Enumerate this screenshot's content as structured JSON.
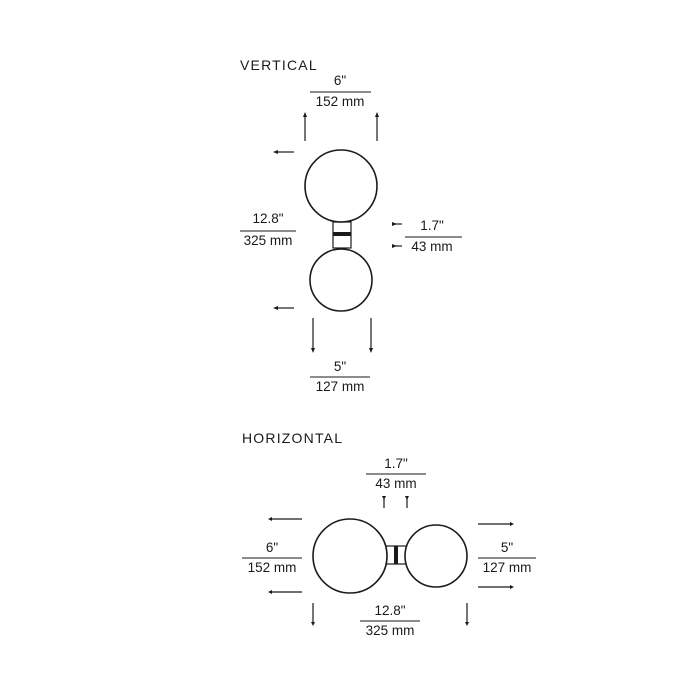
{
  "vertical": {
    "heading": "VERTICAL",
    "width_in": "6\"",
    "width_mm": "152 mm",
    "height_in": "12.8\"",
    "height_mm": "325 mm",
    "body_in": "1.7\"",
    "body_mm": "43 mm",
    "depth_in": "5\"",
    "depth_mm": "127 mm"
  },
  "horizontal": {
    "heading": "HORIZONTAL",
    "body_in": "1.7\"",
    "body_mm": "43 mm",
    "height_in": "6\"",
    "height_mm": "152 mm",
    "right_in": "5\"",
    "right_mm": "127 mm",
    "width_in": "12.8\"",
    "width_mm": "325 mm"
  }
}
